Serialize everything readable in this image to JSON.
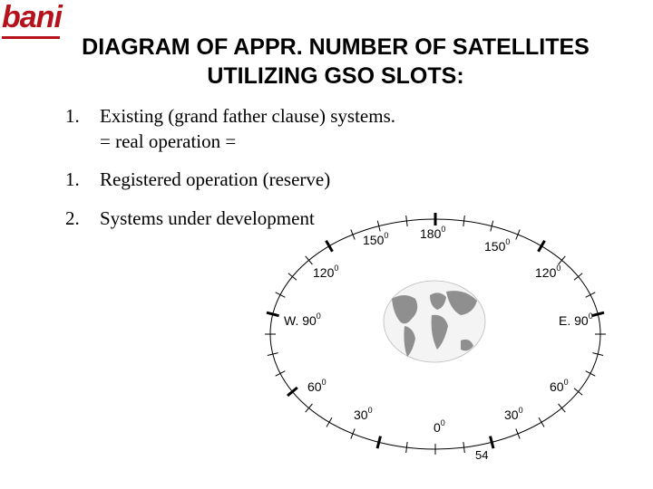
{
  "logo": {
    "text": "bani",
    "color": "#b5121b"
  },
  "title": {
    "line1": "DIAGRAM OF APPR. NUMBER OF SATELLITES",
    "line2": "UTILIZING GSO SLOTS:"
  },
  "list": [
    {
      "number": "1.",
      "text": "Existing (grand father clause) systems.",
      "sub": "= real operation ="
    },
    {
      "number": "1.",
      "text": "Registered operation (reserve)"
    },
    {
      "number": "2.",
      "text": "Systems under development"
    }
  ],
  "orbit_labels": {
    "deg180": "180",
    "deg150_left": "150",
    "deg150_right": "150",
    "deg120_left": "120",
    "deg120_right": "120",
    "w90": "W. 90",
    "e90": "E. 90",
    "deg60_left": "60",
    "deg60_right": "60",
    "deg30_left": "30",
    "deg30_right": "30",
    "deg0": "0",
    "degree_mark": "0"
  },
  "page_number": "54"
}
